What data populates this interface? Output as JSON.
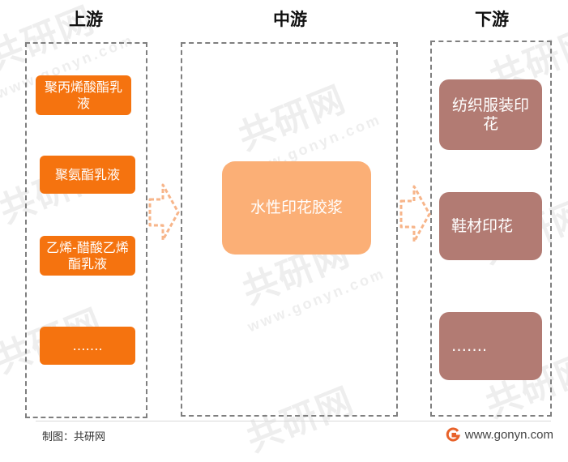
{
  "headings": {
    "upstream": "上游",
    "midstream": "中游",
    "downstream": "下游"
  },
  "upstream_items": [
    "聚丙烯酸酯乳液",
    "聚氨酯乳液",
    "乙烯-醋酸乙烯酯乳液",
    "……."
  ],
  "midstream_items": [
    "水性印花胶浆"
  ],
  "downstream_items": [
    "纺织服装印花",
    "鞋材印花",
    "……."
  ],
  "footer": {
    "credit": "制图：共研网",
    "url": "www.gonyn.com"
  },
  "watermark": {
    "brand": "共研网",
    "url": "www.gonyn.com"
  },
  "colors": {
    "upstream_box": "#f5730f",
    "midstream_box": "#fbaf76",
    "downstream_box": "#b27b73",
    "arrow": "#f7b58a",
    "panel_border": "#7f7f7f"
  }
}
